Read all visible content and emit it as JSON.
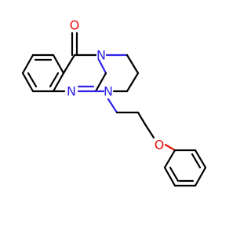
{
  "molecule": {
    "atoms": {
      "carbonyl_oxygen": "O",
      "ring_nitrogen": "N",
      "quinazoline_nitrogen": "N",
      "amine_nitrogen": "N",
      "ether_oxygen": "O"
    },
    "colors": {
      "carbon_bond": "#000000",
      "oxygen": "#e8110b",
      "nitrogen": "#2f23ea",
      "background": "#ffffff"
    }
  }
}
